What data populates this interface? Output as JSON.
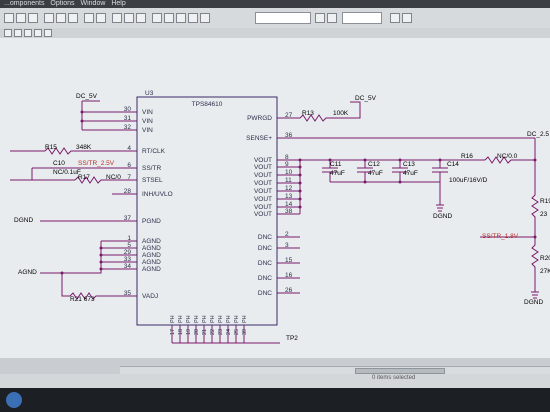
{
  "menu": {
    "items": [
      "...omponents",
      "Options",
      "Window",
      "Help"
    ]
  },
  "status": {
    "text": "0 items selected"
  },
  "schematic": {
    "ic": {
      "ref": "U3",
      "part": "TPS84610",
      "left_pins": [
        {
          "num": "30",
          "name": "VIN"
        },
        {
          "num": "31",
          "name": "VIN"
        },
        {
          "num": "32",
          "name": "VIN"
        },
        {
          "num": "4",
          "name": "RT/CLK"
        },
        {
          "num": "6",
          "name": "SS/TR"
        },
        {
          "num": "7",
          "name": "STSEL"
        },
        {
          "num": "28",
          "name": "INH/UVLO"
        },
        {
          "num": "37",
          "name": "PGND"
        },
        {
          "num": "1",
          "name": "AGND"
        },
        {
          "num": "5",
          "name": "AGND"
        },
        {
          "num": "29",
          "name": "AGND"
        },
        {
          "num": "33",
          "name": "AGND"
        },
        {
          "num": "34",
          "name": "AGND"
        },
        {
          "num": "35",
          "name": "VADJ"
        }
      ],
      "right_pins": [
        {
          "num": "27",
          "name": "PWRGD"
        },
        {
          "num": "36",
          "name": "SENSE+"
        },
        {
          "num": "8",
          "name": "VOUT"
        },
        {
          "num": "9",
          "name": "VOUT"
        },
        {
          "num": "10",
          "name": "VOUT"
        },
        {
          "num": "11",
          "name": "VOUT"
        },
        {
          "num": "12",
          "name": "VOUT"
        },
        {
          "num": "13",
          "name": "VOUT"
        },
        {
          "num": "14",
          "name": "VOUT"
        },
        {
          "num": "38",
          "name": "VOUT"
        },
        {
          "num": "2",
          "name": "DNC"
        },
        {
          "num": "3",
          "name": "DNC"
        },
        {
          "num": "15",
          "name": "DNC"
        },
        {
          "num": "16",
          "name": "DNC"
        },
        {
          "num": "26",
          "name": "DNC"
        }
      ],
      "bottom_pins": [
        "17",
        "18",
        "19",
        "20",
        "21",
        "22",
        "23",
        "24",
        "25",
        "39"
      ],
      "bottom_pin_name": "PH"
    },
    "labels": {
      "dc5v_top": "DC_5V",
      "dc5v_right": "DC_5V",
      "r13": "R13",
      "r13_val": "100K",
      "r15": "R15",
      "r15_val": "348K",
      "c10": "C10",
      "c10_val": "NC/0.1uF",
      "sstr": "SS/TR_2.5V",
      "r17": "R17",
      "r17_val": "NC/0",
      "dgnd_left": "DGND",
      "agnd": "AGND",
      "r21": "R21 673",
      "c11": "C11",
      "c11_val": "47uF",
      "c12": "C12",
      "c12_val": "47uF",
      "c13": "C13",
      "c13_val": "47uF",
      "c14": "C14",
      "c14_val": "100uF/16V/D",
      "dgnd_caps": "DGND",
      "r16": "R16",
      "r16_val": "NC/0.0",
      "dc25": "DC_2.5",
      "r19": "R19",
      "r19_val": "23",
      "sstr18": "SS/TR_1.8V",
      "r20": "R20",
      "r20_val": "27K",
      "dgnd_right": "DGND",
      "tp2": "TP2"
    }
  }
}
